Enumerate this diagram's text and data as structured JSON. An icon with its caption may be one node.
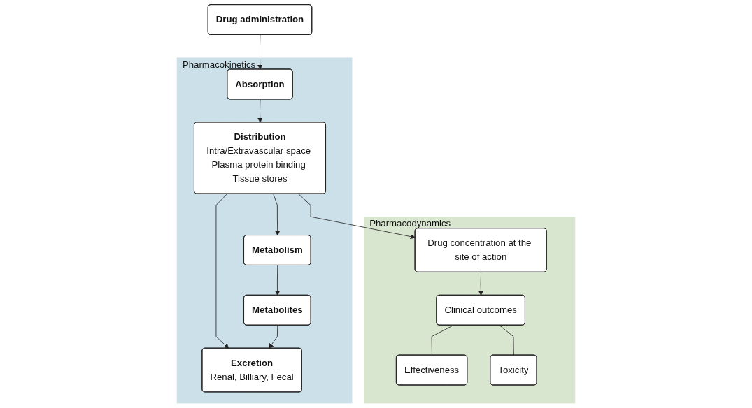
{
  "diagram": {
    "nodes": [
      {
        "text": [
          "Drug administration"
        ]
      },
      {
        "text": [
          "Pharmacokinetics"
        ]
      },
      {
        "text": [
          "Absorption"
        ],
        "in": 1
      },
      {
        "text": [
          "Metabolism"
        ],
        "in": 1
      },
      {
        "text": [
          "Distribution",
          "Intra/Extravascular space Plasma protein binding Tissue stores"
        ],
        "in": 1
      },
      {
        "text": [
          "Metabolites"
        ],
        "in": 1
      },
      {
        "text": [
          "Excretion",
          "Renal, Billiary, Fecal"
        ],
        "in": 1
      },
      {
        "text": [
          "Pharmacodynamics"
        ]
      },
      {
        "text": [
          "Drug concentration at the site of action"
        ],
        "in": 7
      },
      {
        "text": [
          "Clinical outcomes"
        ],
        "in": 7
      },
      {
        "text": [
          "Effectiveness"
        ],
        "in": 7
      },
      {
        "text": [
          "Toxicity"
        ],
        "in": 7
      }
    ],
    "edges": [
      {
        "from": 0,
        "to": 2,
        "arrow": "to"
      },
      {
        "from": 2,
        "to": 4,
        "arrow": "to"
      },
      {
        "from": 4,
        "to": 3,
        "arrow": "to"
      },
      {
        "from": 4,
        "to": 8,
        "arrow": "to"
      },
      {
        "from": 3,
        "to": 5,
        "arrow": "to"
      },
      {
        "from": 4,
        "to": 6,
        "arrow": "to"
      },
      {
        "from": 5,
        "to": 6,
        "arrow": "to"
      },
      {
        "from": 8,
        "to": 9,
        "arrow": "to"
      },
      {
        "from": 9,
        "to": 10,
        "arrow": "none"
      },
      {
        "from": 9,
        "to": 11,
        "arrow": "none"
      }
    ]
  }
}
